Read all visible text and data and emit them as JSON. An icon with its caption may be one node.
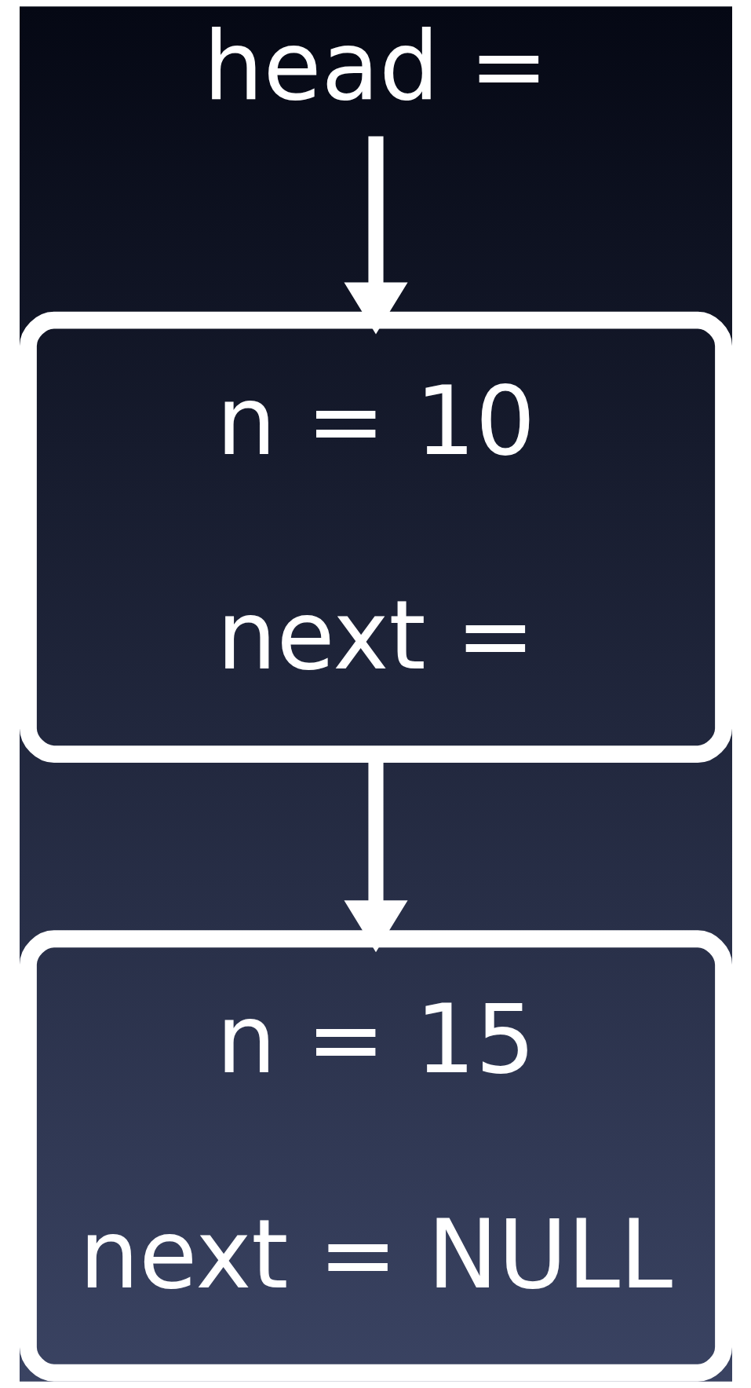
{
  "diagram": {
    "nodes": [
      {
        "text": [
          "head ="
        ]
      },
      {
        "text": [
          "n = 10",
          "next ="
        ]
      },
      {
        "text": [
          "n = 15",
          "next = NULL"
        ]
      }
    ],
    "edges": [
      {
        "from": 0,
        "to": 1,
        "arrow": "to"
      },
      {
        "from": 1,
        "to": 2,
        "arrow": "to"
      }
    ]
  }
}
